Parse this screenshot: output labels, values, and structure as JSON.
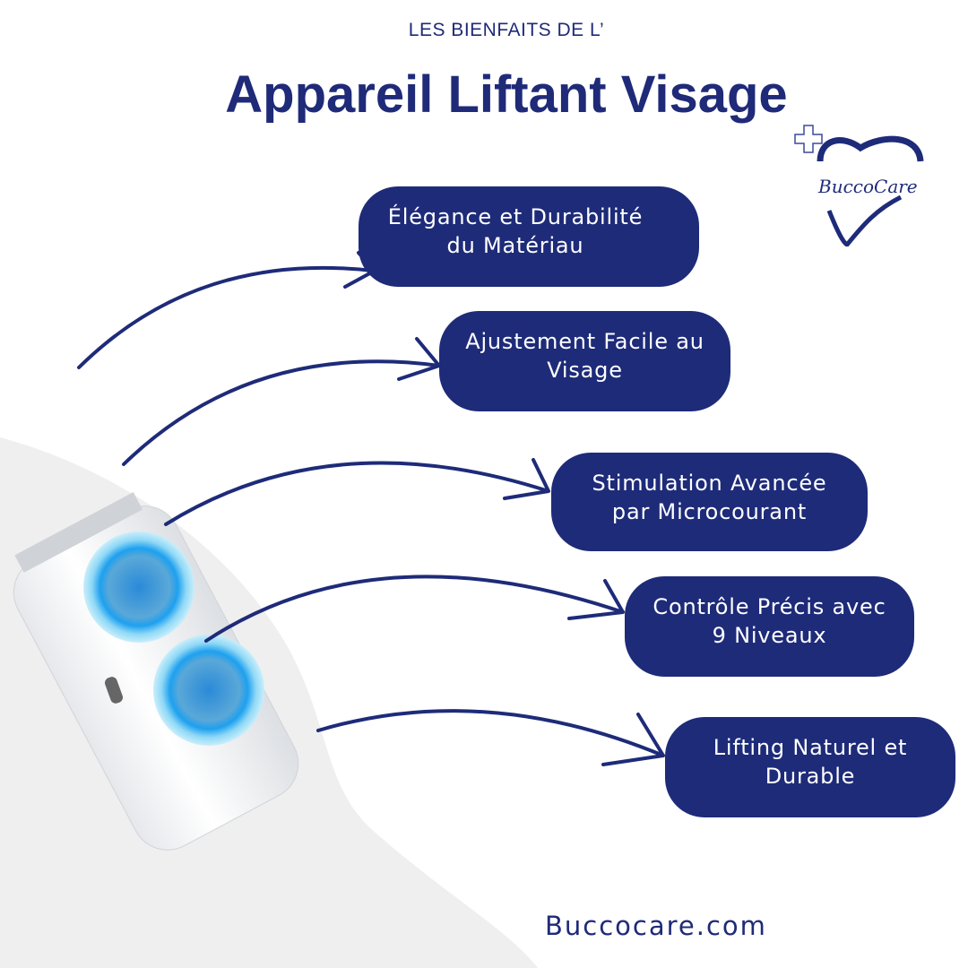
{
  "header": {
    "subtitle": "LES BIENFAITS DE L’",
    "title": "Appareil Liftant Visage"
  },
  "logo": {
    "text": "BuccoCare"
  },
  "benefits": [
    {
      "label": "Élégance et Durabilité\ndu Matériau"
    },
    {
      "label": "Ajustement Facile au\nVisage"
    },
    {
      "label": "Stimulation Avancée\npar Microcourant"
    },
    {
      "label": "Contrôle Précis avec\n9 Niveaux"
    },
    {
      "label": "Lifting Naturel et\nDurable"
    }
  ],
  "footer": {
    "website": "Buccocare.com"
  },
  "colors": {
    "navy": "#1e2b79",
    "gray": "#efefef",
    "glow": "#36b7f0"
  }
}
